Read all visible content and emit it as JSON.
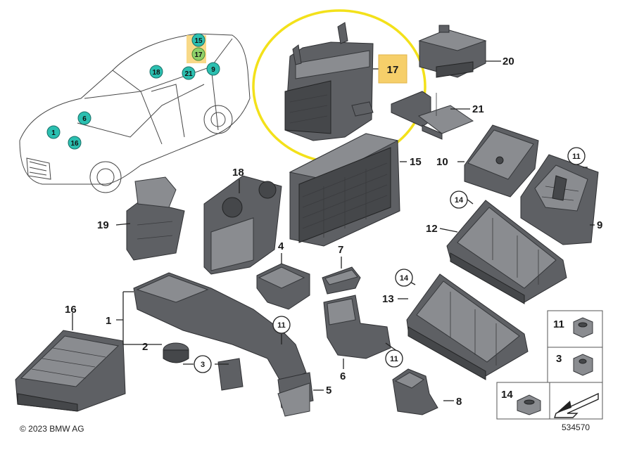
{
  "diagram": {
    "car_markers": [
      {
        "id": "car-1",
        "text": "1"
      },
      {
        "id": "car-6",
        "text": "6"
      },
      {
        "id": "car-16",
        "text": "16"
      },
      {
        "id": "car-18",
        "text": "18"
      },
      {
        "id": "car-21",
        "text": "21"
      },
      {
        "id": "car-9",
        "text": "9"
      },
      {
        "id": "car-15",
        "text": "15"
      },
      {
        "id": "car-17",
        "text": "17"
      }
    ],
    "part_labels": {
      "p1": "1",
      "p2": "2",
      "p3": "3",
      "p4": "4",
      "p5": "5",
      "p6": "6",
      "p7": "7",
      "p8": "8",
      "p9": "9",
      "p10": "10",
      "p11a": "11",
      "p11b": "11",
      "p11c": "11",
      "p12": "12",
      "p13": "13",
      "p14a": "14",
      "p14b": "14",
      "p15": "15",
      "p16": "16",
      "p17": "17",
      "p18": "18",
      "p19": "19",
      "p20": "20",
      "p21": "21"
    },
    "legend": {
      "n11": "11",
      "n3": "3",
      "n14": "14"
    },
    "copyright": "© 2023 BMW AG",
    "diagram_number": "534570"
  }
}
